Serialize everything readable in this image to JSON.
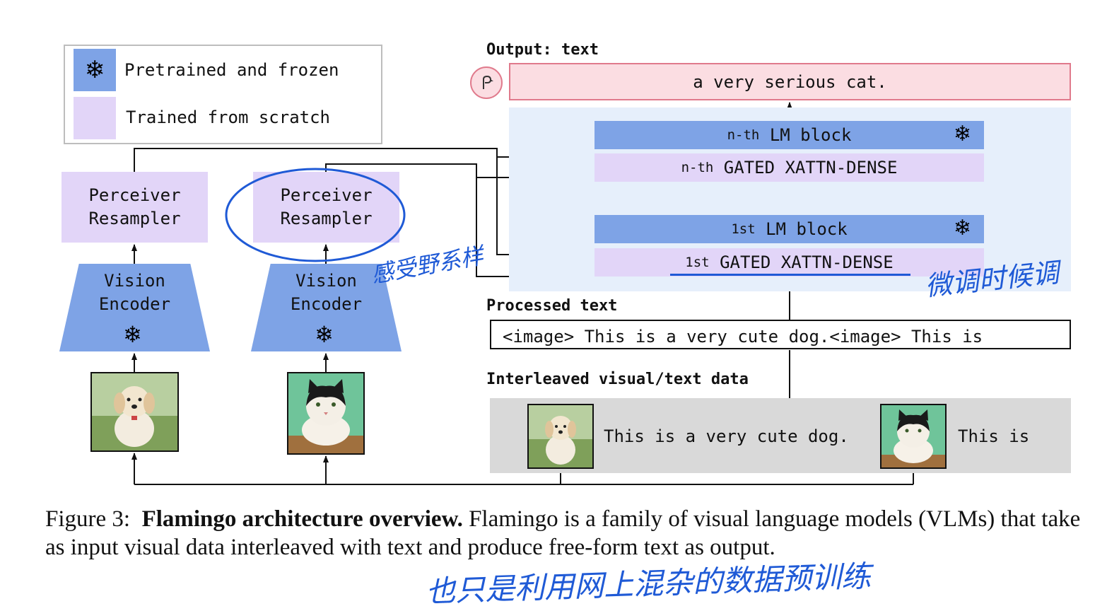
{
  "legend": {
    "frozen_label": "Pretrained and frozen",
    "scratch_label": "Trained from scratch",
    "frozen_icon": "snowflake-icon"
  },
  "left_branch": {
    "perceiver": [
      "Perceiver",
      "Resampler"
    ],
    "vision_encoder": [
      "Vision",
      "Encoder"
    ],
    "image": "dog-photo"
  },
  "right_branch": {
    "perceiver": [
      "Perceiver",
      "Resampler"
    ],
    "vision_encoder": [
      "Vision",
      "Encoder"
    ],
    "image": "cat-photo"
  },
  "output": {
    "heading": "Output: text",
    "text": "a very serious cat.",
    "logo": "flamingo-icon"
  },
  "lm_stack": {
    "nth_lm": {
      "prefix": "n-th",
      "label": "LM block"
    },
    "nth_xattn": {
      "prefix": "n-th",
      "label": "GATED XATTN-DENSE"
    },
    "first_lm": {
      "prefix": "1st",
      "label": "LM block"
    },
    "first_xattn": {
      "prefix": "1st",
      "label": "GATED XATTN-DENSE"
    }
  },
  "processed": {
    "heading": "Processed text",
    "text": "<image> This is a very cute dog.<image> This is"
  },
  "interleaved": {
    "heading": "Interleaved visual/text data",
    "text1": "This is a very cute dog.",
    "text2": "This is"
  },
  "caption": {
    "prefix": "Figure 3:",
    "bold": "Flamingo architecture overview.",
    "rest": " Flamingo is a family of visual language models (VLMs) that take as input visual data interleaved with text and produce free-form text as output."
  },
  "annotations": {
    "note_receptive": "感受野系样",
    "note_finetune": "微调时候调",
    "note_bottom": "也只是利用网上混杂的数据预训练"
  },
  "colors": {
    "frozen_blue": "#7ea3e6",
    "scratch_lavender": "#e2d5f8",
    "output_pink": "#fbdde2",
    "panel_blue": "#e6effb",
    "interleaved_grey": "#d9d9d9",
    "annotation_ink": "#1f5ad6"
  }
}
